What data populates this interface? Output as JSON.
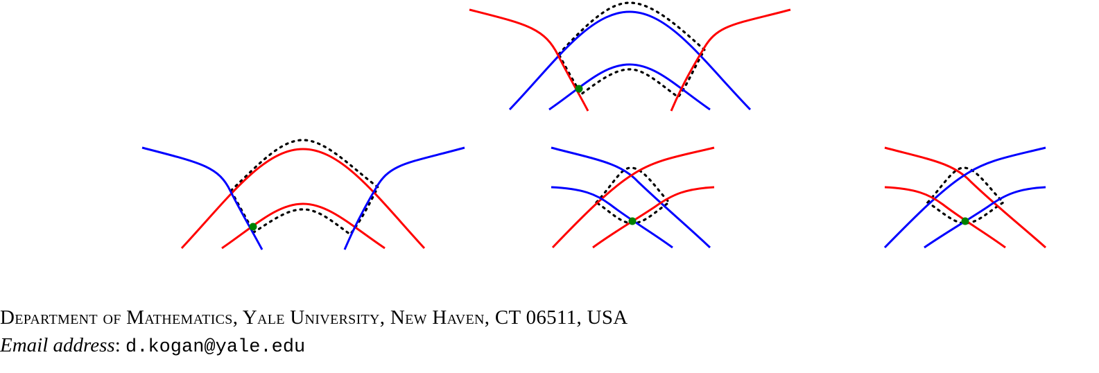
{
  "figure": {
    "diagrams": [
      "top",
      "bottom-left",
      "bottom-middle",
      "bottom-right"
    ],
    "colors": {
      "red": "#ff0000",
      "blue": "#0000ff",
      "dotted": "#000000",
      "point": "#008000"
    }
  },
  "footer": {
    "affiliation": "Department of Mathematics, Yale University, New Haven, CT 06511, USA",
    "email_label": "Email address",
    "email_sep": ": ",
    "email": "d.kogan@yale.edu"
  }
}
